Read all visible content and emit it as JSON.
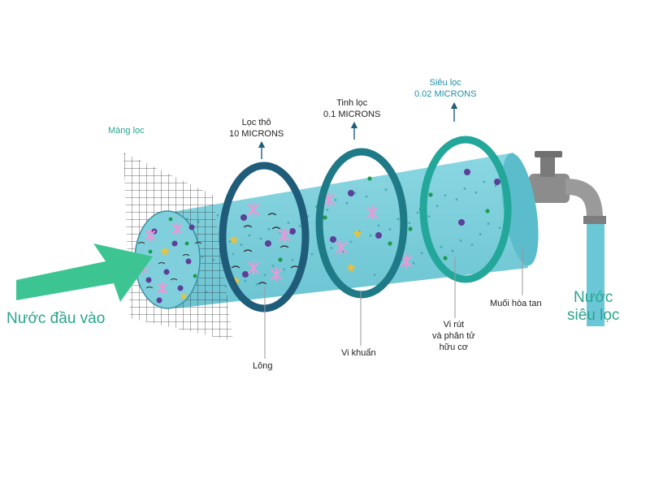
{
  "labels": {
    "membrane": "Màng lọc",
    "coarse_line1": "Lọc thô",
    "coarse_line2": "10 MICRONS",
    "fine_line1": "Tinh lọc",
    "fine_line2": "0.1 MICRONS",
    "ultra_line1": "Siêu lọc",
    "ultra_line2": "0.02 MICRONS",
    "input_water": "Nước đầu vào",
    "output_line1": "Nước",
    "output_line2": "siêu lọc",
    "hair": "Lông",
    "bacteria": "Vi khuẩn",
    "virus_line1": "Vi rút",
    "virus_line2": "và phân tử",
    "virus_line3": "hữu cơ",
    "dissolved_salt": "Muối hòa tan"
  },
  "colors": {
    "tube": "#7fd0dc",
    "tube_shade": "#5bbccb",
    "ring_coarse": "#1e5c7a",
    "ring_fine": "#1d7a86",
    "ring_ultra": "#23a79a",
    "arrow": "#3cc593",
    "faucet": "#8c8c8c",
    "water": "#69c7d6",
    "particle_purple": "#5b3f99",
    "particle_green": "#1e9b52",
    "particle_pink": "#e79ad6",
    "particle_yellow": "#e8c23a"
  },
  "icons": {
    "faucet": "faucet-icon",
    "input_arrow": "arrow-right-icon",
    "mesh": "mesh-filter-icon"
  }
}
